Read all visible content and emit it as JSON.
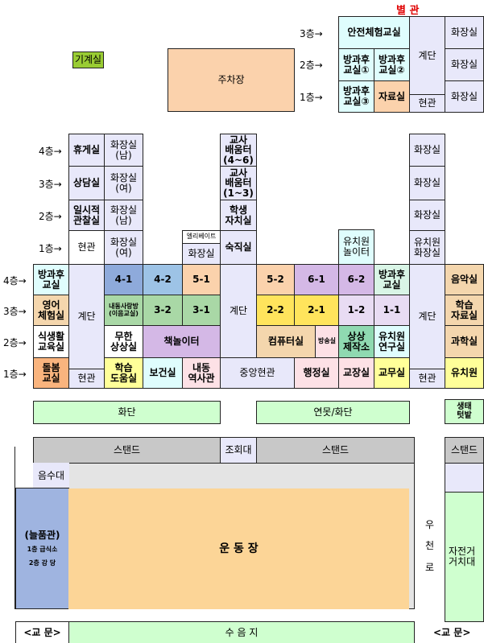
{
  "annex": {
    "title": "별 관",
    "floors": [
      "3층→",
      "2층→",
      "1층→"
    ],
    "safety": "안전체험교실",
    "after1": "방과후\n교실①",
    "after2": "방과후\n교실②",
    "after3": "방과후\n교실③",
    "archive": "자료실",
    "stairs": "계단",
    "entrance": "현관",
    "restroom": "화장실"
  },
  "parking": "주차장",
  "machine": "기계실",
  "floors": [
    "4층→",
    "3층→",
    "2층→",
    "1층→"
  ],
  "left_tower": {
    "lounge": "휴게실",
    "counsel": "상담실",
    "isolation": "일시적\n관찰실",
    "entrance": "현관",
    "wc_m": "화장실\n(남)",
    "wc_f": "화장실\n(여)"
  },
  "mid_tower": {
    "teacher46": "교사\n배움터\n(4~6)",
    "teacher13": "교사\n배움터\n(1~3)",
    "council": "학생\n자치실",
    "night": "숙직실",
    "elevator": "엘리베이트",
    "restroom": "화장실"
  },
  "kinder_play": "유치원\n놀이터",
  "right_tower": {
    "restroom": "화장실",
    "kinder_wc": "유치원\n화장실"
  },
  "main": {
    "c_after": "방과후\n교실",
    "c_english": "영어\n체험실",
    "c_food": "식생활\n교육실",
    "c_care": "돌봄\n교실",
    "stairs": "계단",
    "entrance": "현관",
    "r41": "4-1",
    "r42": "4-2",
    "r51": "5-1",
    "r52": "5-2",
    "r61": "6-1",
    "r62": "6-2",
    "r32": "3-2",
    "r31": "3-1",
    "r22": "2-2",
    "r21": "2-1",
    "r12": "1-2",
    "r11": "1-1",
    "sarang": "내동사랑방\n(이음교실)",
    "muhan": "무한\n상상실",
    "book": "책놀이터",
    "study": "학습\n도움실",
    "health": "보건실",
    "history": "내동\n역사관",
    "central": "중앙현관",
    "computer": "컴퓨터실",
    "broadcast": "방송실",
    "admin": "행정실",
    "principal": "교장실",
    "maker": "상상\n제작소",
    "kinder_lab": "유치원\n연구실",
    "staff": "교무실",
    "after2": "방과후\n교실",
    "music": "음악실",
    "materials": "학습\n자료실",
    "science": "과학실",
    "kinder": "유치원"
  },
  "grounds": {
    "flowerbed": "화단",
    "pond": "연못/화단",
    "garden": "생태\n텃밭",
    "stand": "스탠드",
    "podium": "조회대",
    "fountain": "음수대",
    "neulpum": "(늘품관)",
    "neulpum_1": "1층 급식소",
    "neulpum_2": "2층 강  당",
    "field": "운  동  장",
    "rainway": "우\n\n천\n\n로",
    "bike": "자전거\n거치대",
    "gate": "<교 문>",
    "shade": "수  음  지"
  }
}
